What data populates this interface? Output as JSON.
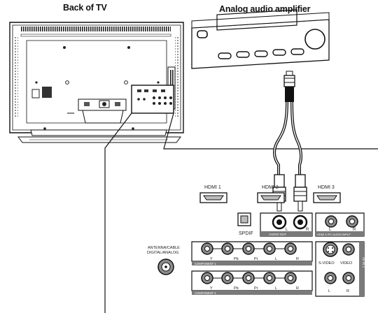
{
  "labels": {
    "back_of_tv": "Back of TV",
    "amplifier": "Analog audio amplifier"
  },
  "panel": {
    "hdmi1": "HDMI 1",
    "hdmi2": "HDMI 2",
    "hdmi3": "HDMI 3",
    "spdif": "SPDIF",
    "audio_out": "AUDIO OUT",
    "hdmi3_pc_audio_input": "HDMI 3 /PC AUDIO INPUT",
    "antenna_line1": "ANTENNA/CABLE",
    "antenna_line2": "DIGITAL/ANALOG",
    "component1": "COMPONENT 1",
    "component2": "COMPONENT 2",
    "av_in1": "AV IN 1",
    "svideo": "S-VIDEO",
    "video": "VIDEO",
    "ch_y": "Y",
    "ch_pb": "Pb",
    "ch_pr": "Pr",
    "ch_l": "L",
    "ch_r": "R"
  },
  "colors": {
    "line": "#1a1a1a",
    "panel_fill": "#ffffff",
    "jack_gray": "#8c8c8c",
    "band_gray": "#7a7a7a"
  }
}
